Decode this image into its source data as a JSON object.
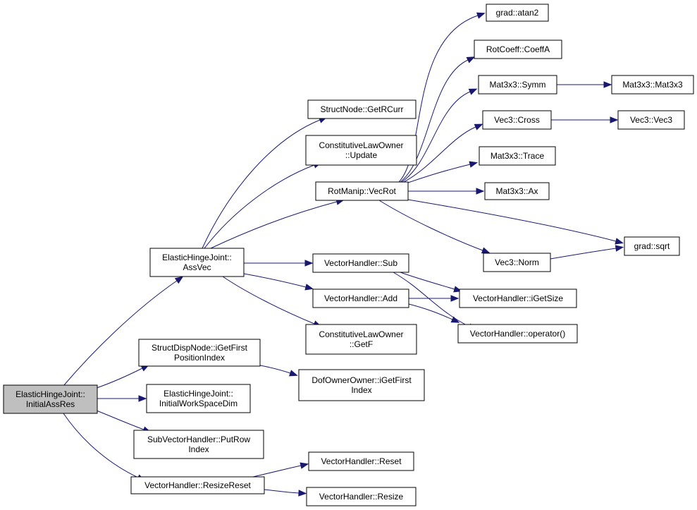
{
  "graph": {
    "nodes": [
      {
        "id": "root",
        "lines": [
          "ElasticHingeJoint::",
          "InitialAssRes"
        ],
        "root": true
      },
      {
        "id": "assvec",
        "lines": [
          "ElasticHingeJoint::",
          "AssVec"
        ]
      },
      {
        "id": "sdn",
        "lines": [
          "StructDispNode::iGetFirst",
          "PositionIndex"
        ]
      },
      {
        "id": "iwsd",
        "lines": [
          "ElasticHingeJoint::",
          "InitialWorkSpaceDim"
        ]
      },
      {
        "id": "svhput",
        "lines": [
          "SubVectorHandler::PutRow",
          "Index"
        ]
      },
      {
        "id": "vhresreset",
        "lines": [
          "VectorHandler::ResizeReset"
        ]
      },
      {
        "id": "getrcurr",
        "lines": [
          "StructNode::GetRCurr"
        ]
      },
      {
        "id": "clupdate",
        "lines": [
          "ConstitutiveLawOwner",
          "::Update"
        ]
      },
      {
        "id": "vecrot",
        "lines": [
          "RotManip::VecRot"
        ]
      },
      {
        "id": "vhsub",
        "lines": [
          "VectorHandler::Sub"
        ]
      },
      {
        "id": "vhadd",
        "lines": [
          "VectorHandler::Add"
        ]
      },
      {
        "id": "clgetf",
        "lines": [
          "ConstitutiveLawOwner",
          "::GetF"
        ]
      },
      {
        "id": "dofown",
        "lines": [
          "DofOwnerOwner::iGetFirst",
          "Index"
        ]
      },
      {
        "id": "vhreset",
        "lines": [
          "VectorHandler::Reset"
        ]
      },
      {
        "id": "vhresize",
        "lines": [
          "VectorHandler::Resize"
        ]
      },
      {
        "id": "atan2",
        "lines": [
          "grad::atan2"
        ]
      },
      {
        "id": "coeffa",
        "lines": [
          "RotCoeff::CoeffA"
        ]
      },
      {
        "id": "symm",
        "lines": [
          "Mat3x3::Symm"
        ]
      },
      {
        "id": "cross",
        "lines": [
          "Vec3::Cross"
        ]
      },
      {
        "id": "trace",
        "lines": [
          "Mat3x3::Trace"
        ]
      },
      {
        "id": "ax",
        "lines": [
          "Mat3x3::Ax"
        ]
      },
      {
        "id": "norm",
        "lines": [
          "Vec3::Norm"
        ]
      },
      {
        "id": "sqrt",
        "lines": [
          "grad::sqrt"
        ]
      },
      {
        "id": "igetsize",
        "lines": [
          "VectorHandler::iGetSize"
        ]
      },
      {
        "id": "vhop",
        "lines": [
          "VectorHandler::operator()"
        ]
      },
      {
        "id": "mat3x3",
        "lines": [
          "Mat3x3::Mat3x3"
        ]
      },
      {
        "id": "vec3",
        "lines": [
          "Vec3::Vec3"
        ]
      }
    ],
    "edges": [
      [
        "root",
        "assvec"
      ],
      [
        "root",
        "sdn"
      ],
      [
        "root",
        "iwsd"
      ],
      [
        "root",
        "svhput"
      ],
      [
        "root",
        "vhresreset"
      ],
      [
        "assvec",
        "getrcurr"
      ],
      [
        "assvec",
        "clupdate"
      ],
      [
        "assvec",
        "vecrot"
      ],
      [
        "assvec",
        "vhsub"
      ],
      [
        "assvec",
        "vhadd"
      ],
      [
        "assvec",
        "clgetf"
      ],
      [
        "sdn",
        "dofown"
      ],
      [
        "vhresreset",
        "vhreset"
      ],
      [
        "vhresreset",
        "vhresize"
      ],
      [
        "vecrot",
        "atan2"
      ],
      [
        "vecrot",
        "coeffa"
      ],
      [
        "vecrot",
        "symm"
      ],
      [
        "vecrot",
        "cross"
      ],
      [
        "vecrot",
        "trace"
      ],
      [
        "vecrot",
        "ax"
      ],
      [
        "vecrot",
        "norm"
      ],
      [
        "vecrot",
        "sqrt"
      ],
      [
        "symm",
        "mat3x3"
      ],
      [
        "cross",
        "vec3"
      ],
      [
        "norm",
        "sqrt"
      ],
      [
        "vhsub",
        "igetsize"
      ],
      [
        "vhsub",
        "vhop"
      ],
      [
        "vhadd",
        "igetsize"
      ],
      [
        "vhadd",
        "vhop"
      ]
    ]
  }
}
